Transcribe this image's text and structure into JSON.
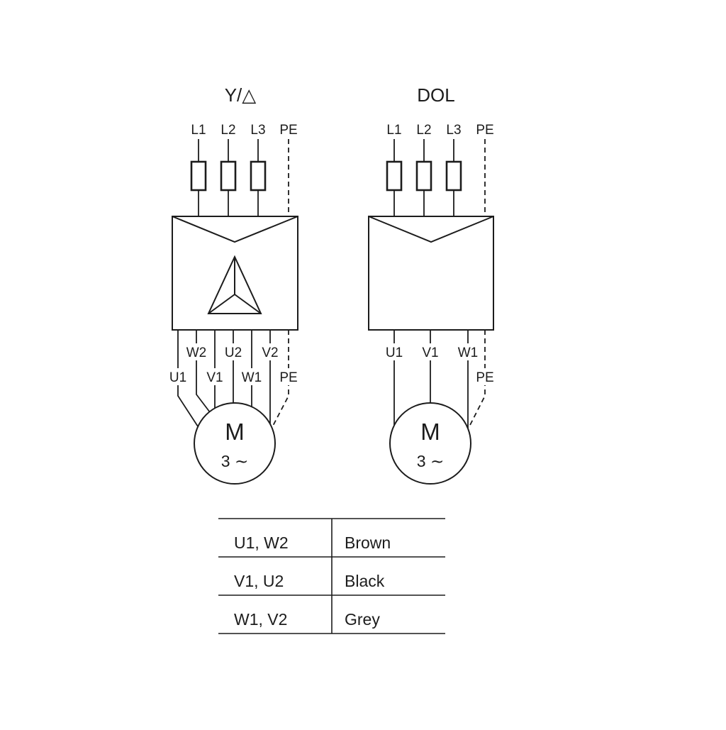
{
  "colors": {
    "line": "#1c1c1c",
    "background": "#ffffff"
  },
  "star_delta": {
    "title": "Y/△",
    "supply": [
      "L1",
      "L2",
      "L3",
      "PE"
    ],
    "terminals_upper": [
      "W2",
      "U2",
      "V2"
    ],
    "terminals_lower": [
      "U1",
      "V1",
      "W1",
      "PE"
    ],
    "motor": {
      "letter": "M",
      "phase": "3 ∼"
    }
  },
  "dol": {
    "title": "DOL",
    "supply": [
      "L1",
      "L2",
      "L3",
      "PE"
    ],
    "terminals_upper": [
      "U1",
      "V1",
      "W1"
    ],
    "terminal_pe": "PE",
    "motor": {
      "letter": "M",
      "phase": "3 ∼"
    }
  },
  "color_table": {
    "rows": [
      {
        "terminals": "U1, W2",
        "color": "Brown"
      },
      {
        "terminals": "V1, U2",
        "color": "Black"
      },
      {
        "terminals": "W1, V2",
        "color": "Grey"
      }
    ]
  }
}
